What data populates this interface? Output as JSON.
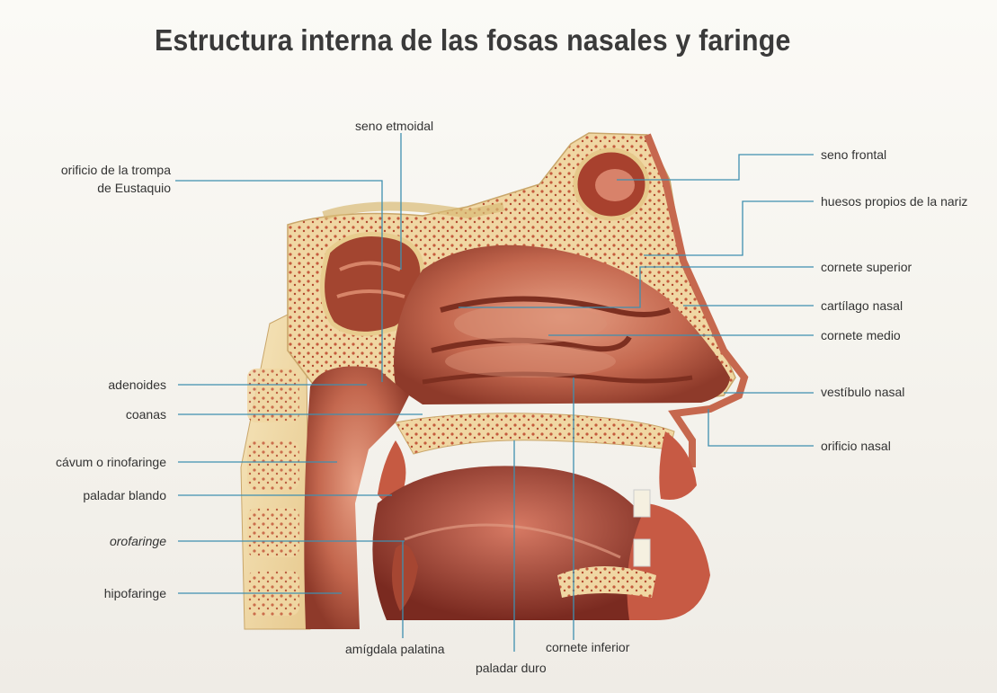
{
  "title": "Estructura interna de las fosas nasales y faringe",
  "labels": {
    "seno_etmoidal": "seno etmoidal",
    "orificio_trompa_1": "orificio de la trompa",
    "orificio_trompa_2": "de Eustaquio",
    "seno_frontal": "seno frontal",
    "huesos_propios": "huesos propios de la nariz",
    "cornete_superior": "cornete superior",
    "cartilago_nasal": "cartílago nasal",
    "cornete_medio": "cornete medio",
    "adenoides": "adenoides",
    "coanas": "coanas",
    "vestibulo_nasal": "vestíbulo nasal",
    "orificio_nasal": "orificio nasal",
    "cavum": "cávum o rinofaringe",
    "paladar_blando": "paladar blando",
    "orofaringe": "orofaringe",
    "hipofaringe": "hipofaringe",
    "amigdala_palatina": "amígdala palatina",
    "cornete_inferior": "cornete inferior",
    "paladar_duro": "paladar duro"
  },
  "colors": {
    "leader_line": "#3f8fb0",
    "flesh": "#c4684f",
    "bone": "#f1dcaa",
    "text": "#333333"
  }
}
